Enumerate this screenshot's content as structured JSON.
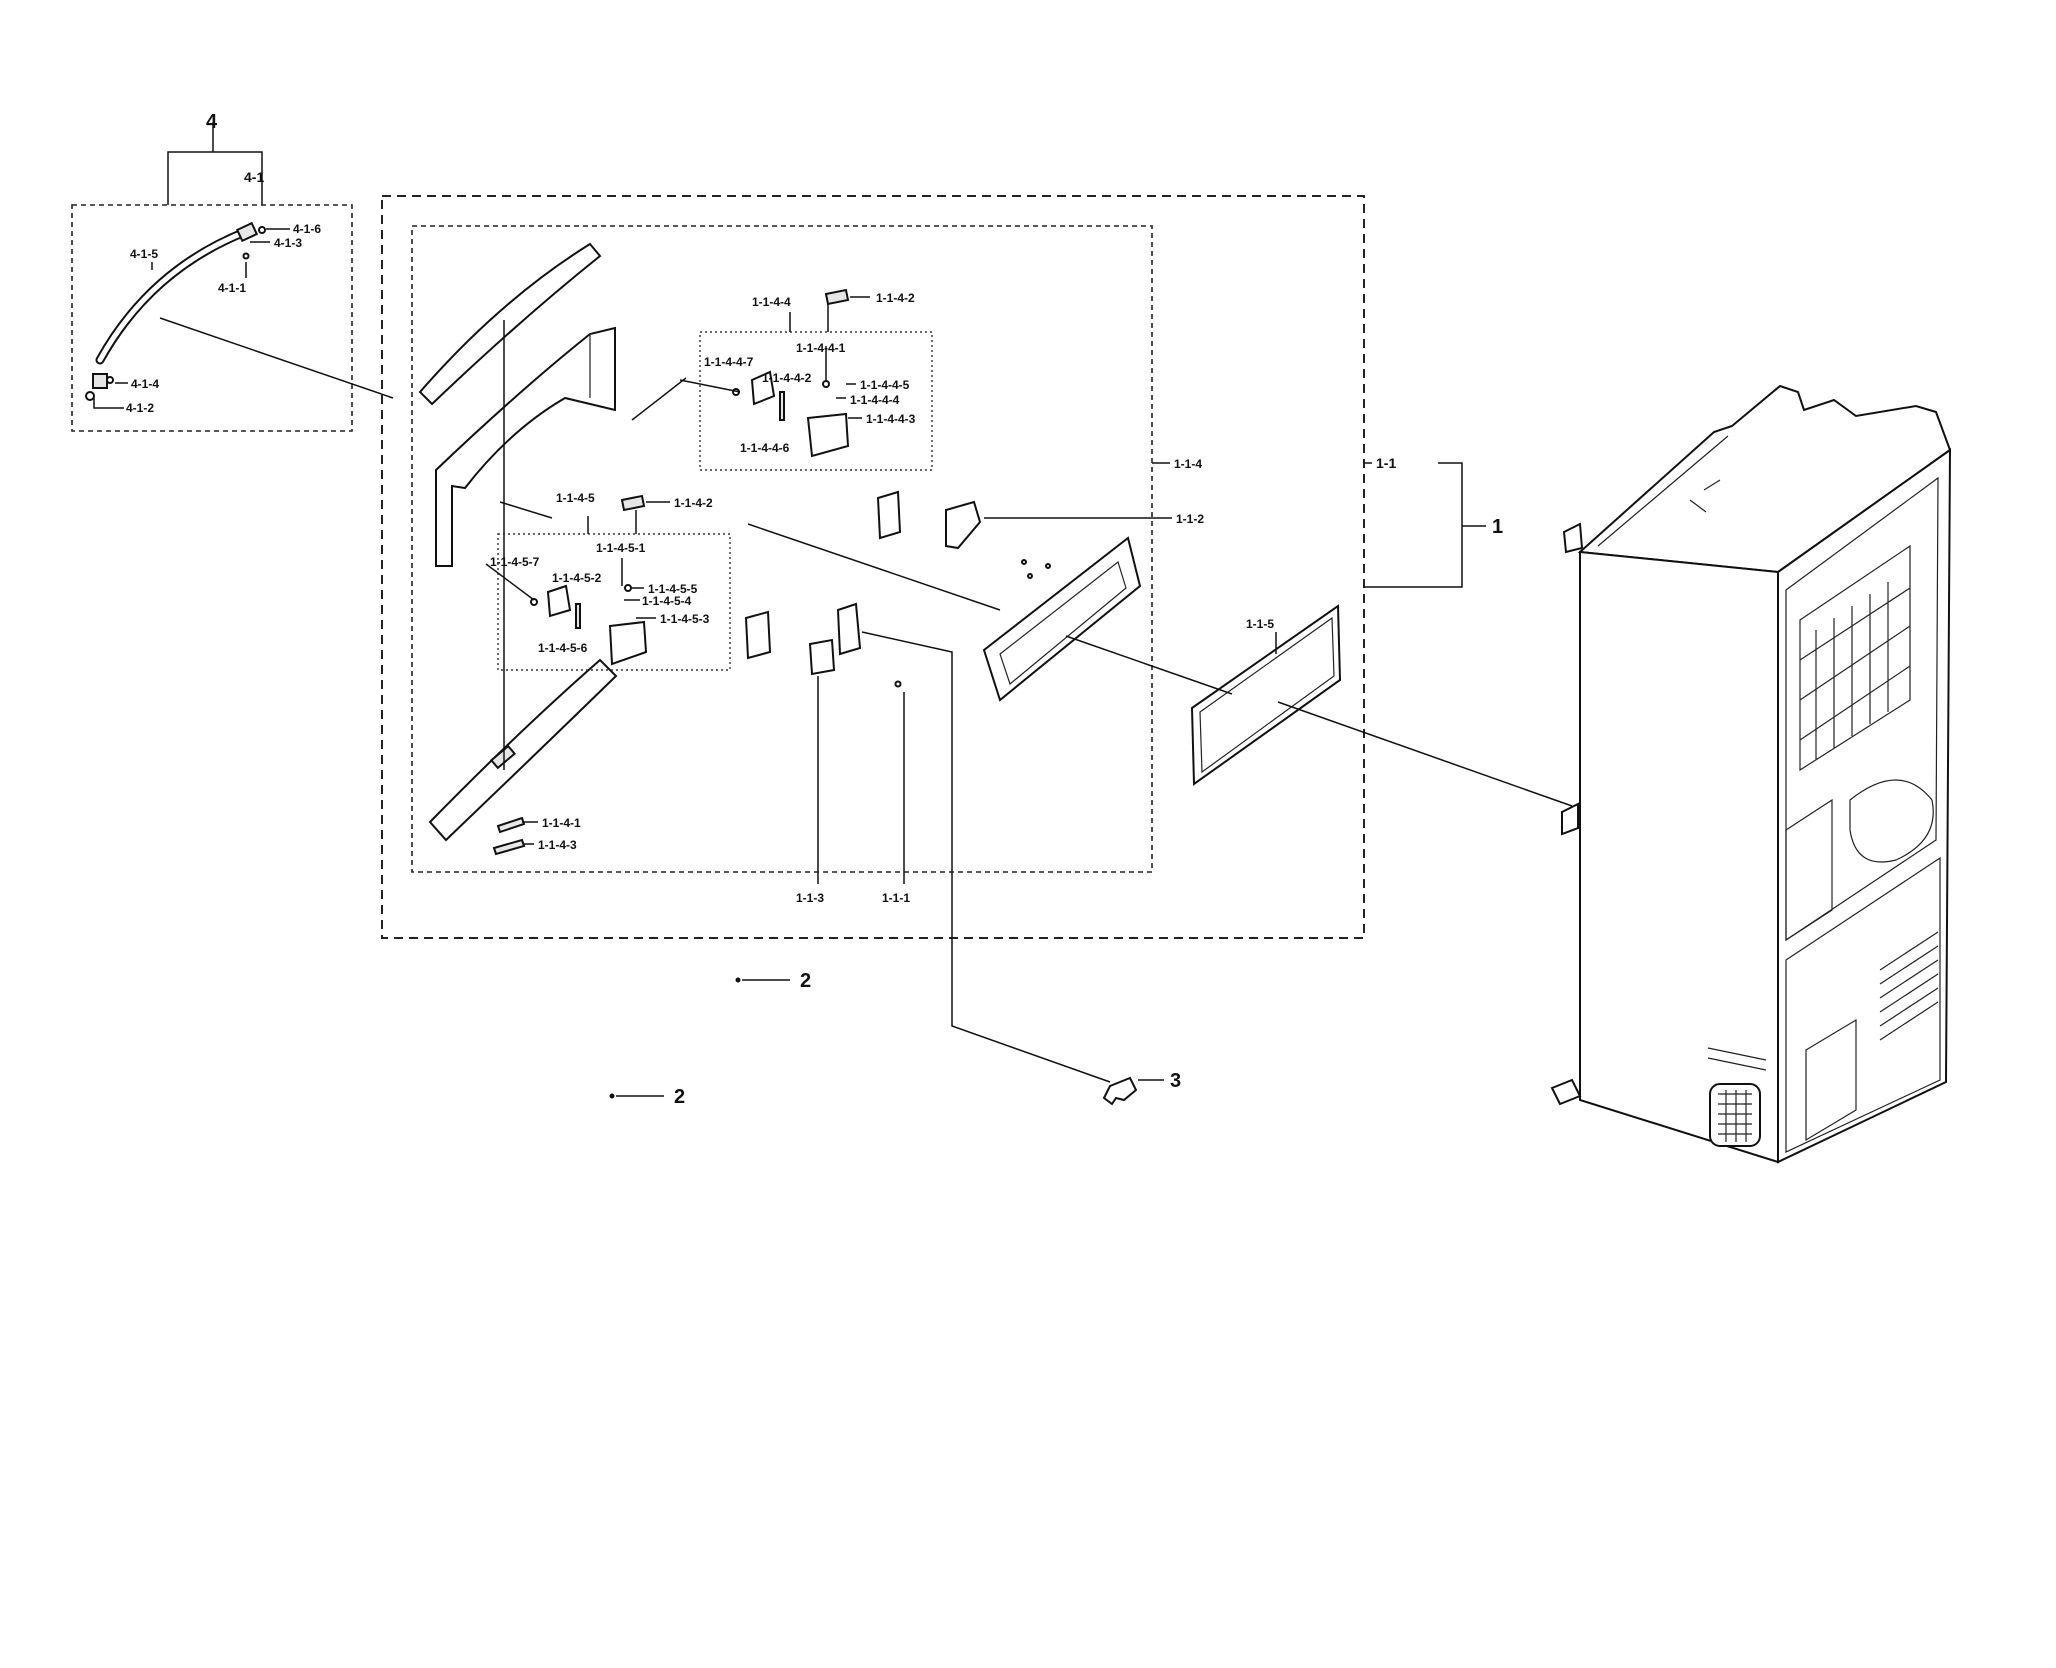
{
  "diagram": {
    "labels": {
      "l_4": "4",
      "l_4_1": "4-1",
      "l_4_1_5": "4-1-5",
      "l_4_1_6": "4-1-6",
      "l_4_1_3": "4-1-3",
      "l_4_1_1": "4-1-1",
      "l_4_1_4": "4-1-4",
      "l_4_1_2": "4-1-2",
      "l_1": "1",
      "l_1_1": "1-1",
      "l_1_1_1": "1-1-1",
      "l_1_1_2": "1-1-2",
      "l_1_1_3": "1-1-3",
      "l_1_1_4": "1-1-4",
      "l_1_1_5": "1-1-5",
      "l_1_1_4_1": "1-1-4-1",
      "l_1_1_4_2_a": "1-1-4-2",
      "l_1_1_4_2_b": "1-1-4-2",
      "l_1_1_4_3": "1-1-4-3",
      "l_1_1_4_4": "1-1-4-4",
      "l_1_1_4_5": "1-1-4-5",
      "l_1_1_4_4_1": "1-1-4-4-1",
      "l_1_1_4_4_2": "1-1-4-4-2",
      "l_1_1_4_4_3": "1-1-4-4-3",
      "l_1_1_4_4_4": "1-1-4-4-4",
      "l_1_1_4_4_5": "1-1-4-4-5",
      "l_1_1_4_4_6": "1-1-4-4-6",
      "l_1_1_4_4_7": "1-1-4-4-7",
      "l_1_1_4_5_1": "1-1-4-5-1",
      "l_1_1_4_5_2": "1-1-4-5-2",
      "l_1_1_4_5_3": "1-1-4-5-3",
      "l_1_1_4_5_4": "1-1-4-5-4",
      "l_1_1_4_5_5": "1-1-4-5-5",
      "l_1_1_4_5_6": "1-1-4-5-6",
      "l_1_1_4_5_7": "1-1-4-5-7",
      "l_2_a": "2",
      "l_2_b": "2",
      "l_3": "3"
    }
  }
}
